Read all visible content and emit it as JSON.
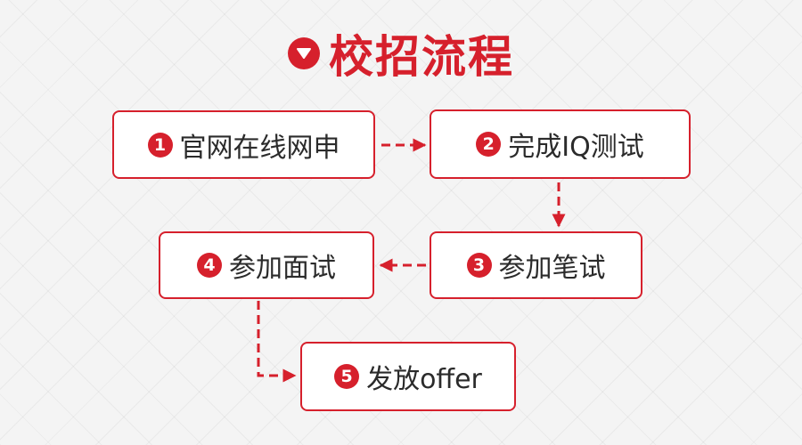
{
  "title": "校招流程",
  "colors": {
    "accent": "#d6202c",
    "text": "#2b2b2b",
    "box_bg": "#ffffff",
    "background": "#f4f4f4"
  },
  "title_icon": "triangle-down-icon",
  "steps": [
    {
      "number": "1",
      "label": "官网在线网申"
    },
    {
      "number": "2",
      "label": "完成IQ测试"
    },
    {
      "number": "3",
      "label": "参加笔试"
    },
    {
      "number": "4",
      "label": "参加面试"
    },
    {
      "number": "5",
      "label": "发放offer"
    }
  ]
}
